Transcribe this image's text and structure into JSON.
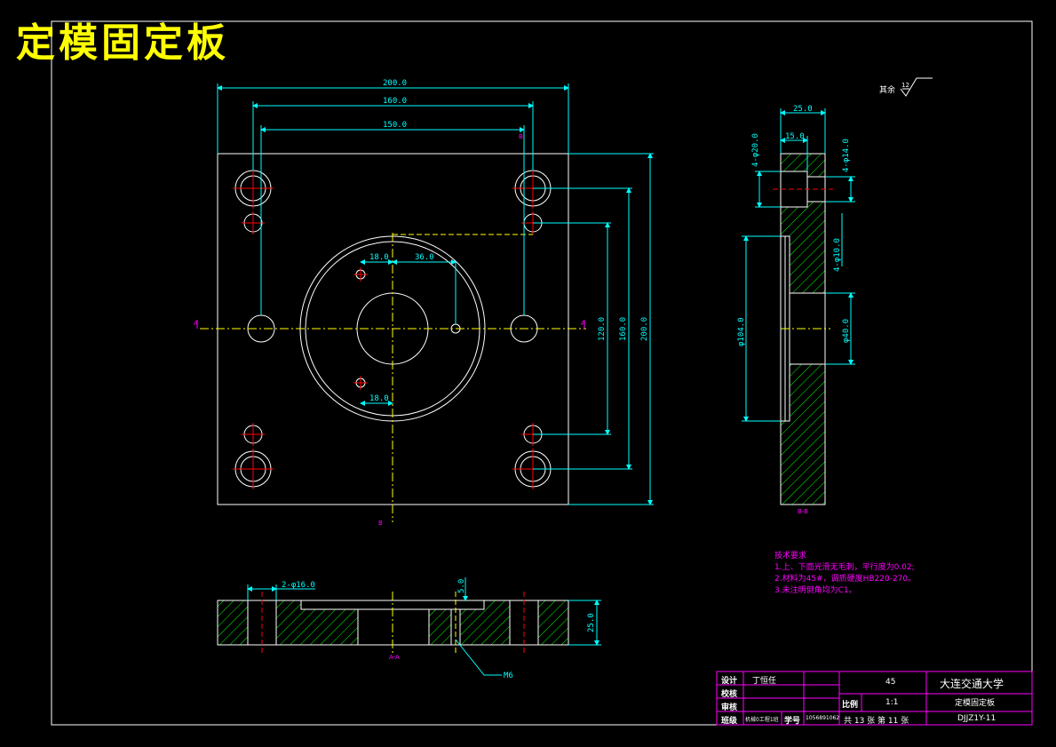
{
  "title": "定模固定板",
  "roughness_label": "其余",
  "roughness_value": "12",
  "dimensions": {
    "top_view": {
      "w200": "200.0",
      "w160": "160.0",
      "w150": "150.0",
      "h120": "120.0",
      "h160": "160.0",
      "h200": "200.0",
      "d18a": "18.0",
      "d36": "36.0",
      "d18b": "18.0"
    },
    "side_view": {
      "w25": "25.0",
      "w15": "15.0",
      "d20": "4-φ20.0",
      "d14": "4-φ14.0",
      "d10": "4-φ10.0",
      "d104": "φ104.0",
      "d40": "φ40.0"
    },
    "bottom_view": {
      "d16": "2-φ16.0",
      "h5": "5.0",
      "h25": "25.0",
      "thread": "M6"
    }
  },
  "section_marks": {
    "a_left": "A",
    "a_right": "A",
    "b_top": "B",
    "b_bottom": "B",
    "side_label": "B-B",
    "bottom_label": "A-A"
  },
  "tech_requirements": {
    "heading": "技术要求",
    "items": [
      "1.上、下面光滑无毛刺，平行度为0.02;",
      "2.材料为45#，调质硬度HB220-270。",
      "3.未注明倒角均为C1。"
    ]
  },
  "title_block": {
    "design_label": "设计",
    "designer": "丁恒任",
    "check_label": "校核",
    "review_label": "审核",
    "class_label": "班级",
    "class_value": "机械0工程1班",
    "id_label": "学号",
    "id_value": "1056891062",
    "material": "45",
    "university": "大连交通大学",
    "scale_label": "比例",
    "scale": "1:1",
    "part_name": "定模固定板",
    "sheets": "共 13 张 第 11 张",
    "drawing_no": "DJJZ1Y-11"
  },
  "colors": {
    "outline": "#ffffff",
    "dimension": "#00ffff",
    "center": "#ff0000",
    "hatch": "#00ff00",
    "axis": "#ffff00",
    "border": "#ff00ff",
    "title": "#ffff00"
  }
}
